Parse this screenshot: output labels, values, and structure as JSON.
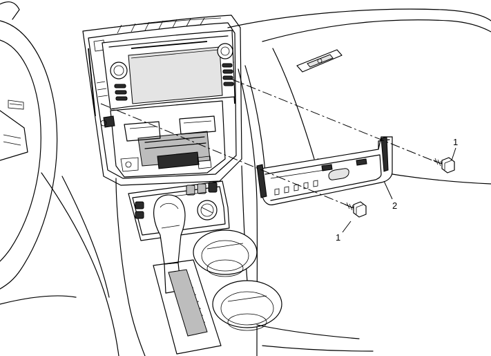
{
  "callouts": {
    "fastener_upper": "1",
    "bracket": "2",
    "fastener_lower": "1"
  }
}
